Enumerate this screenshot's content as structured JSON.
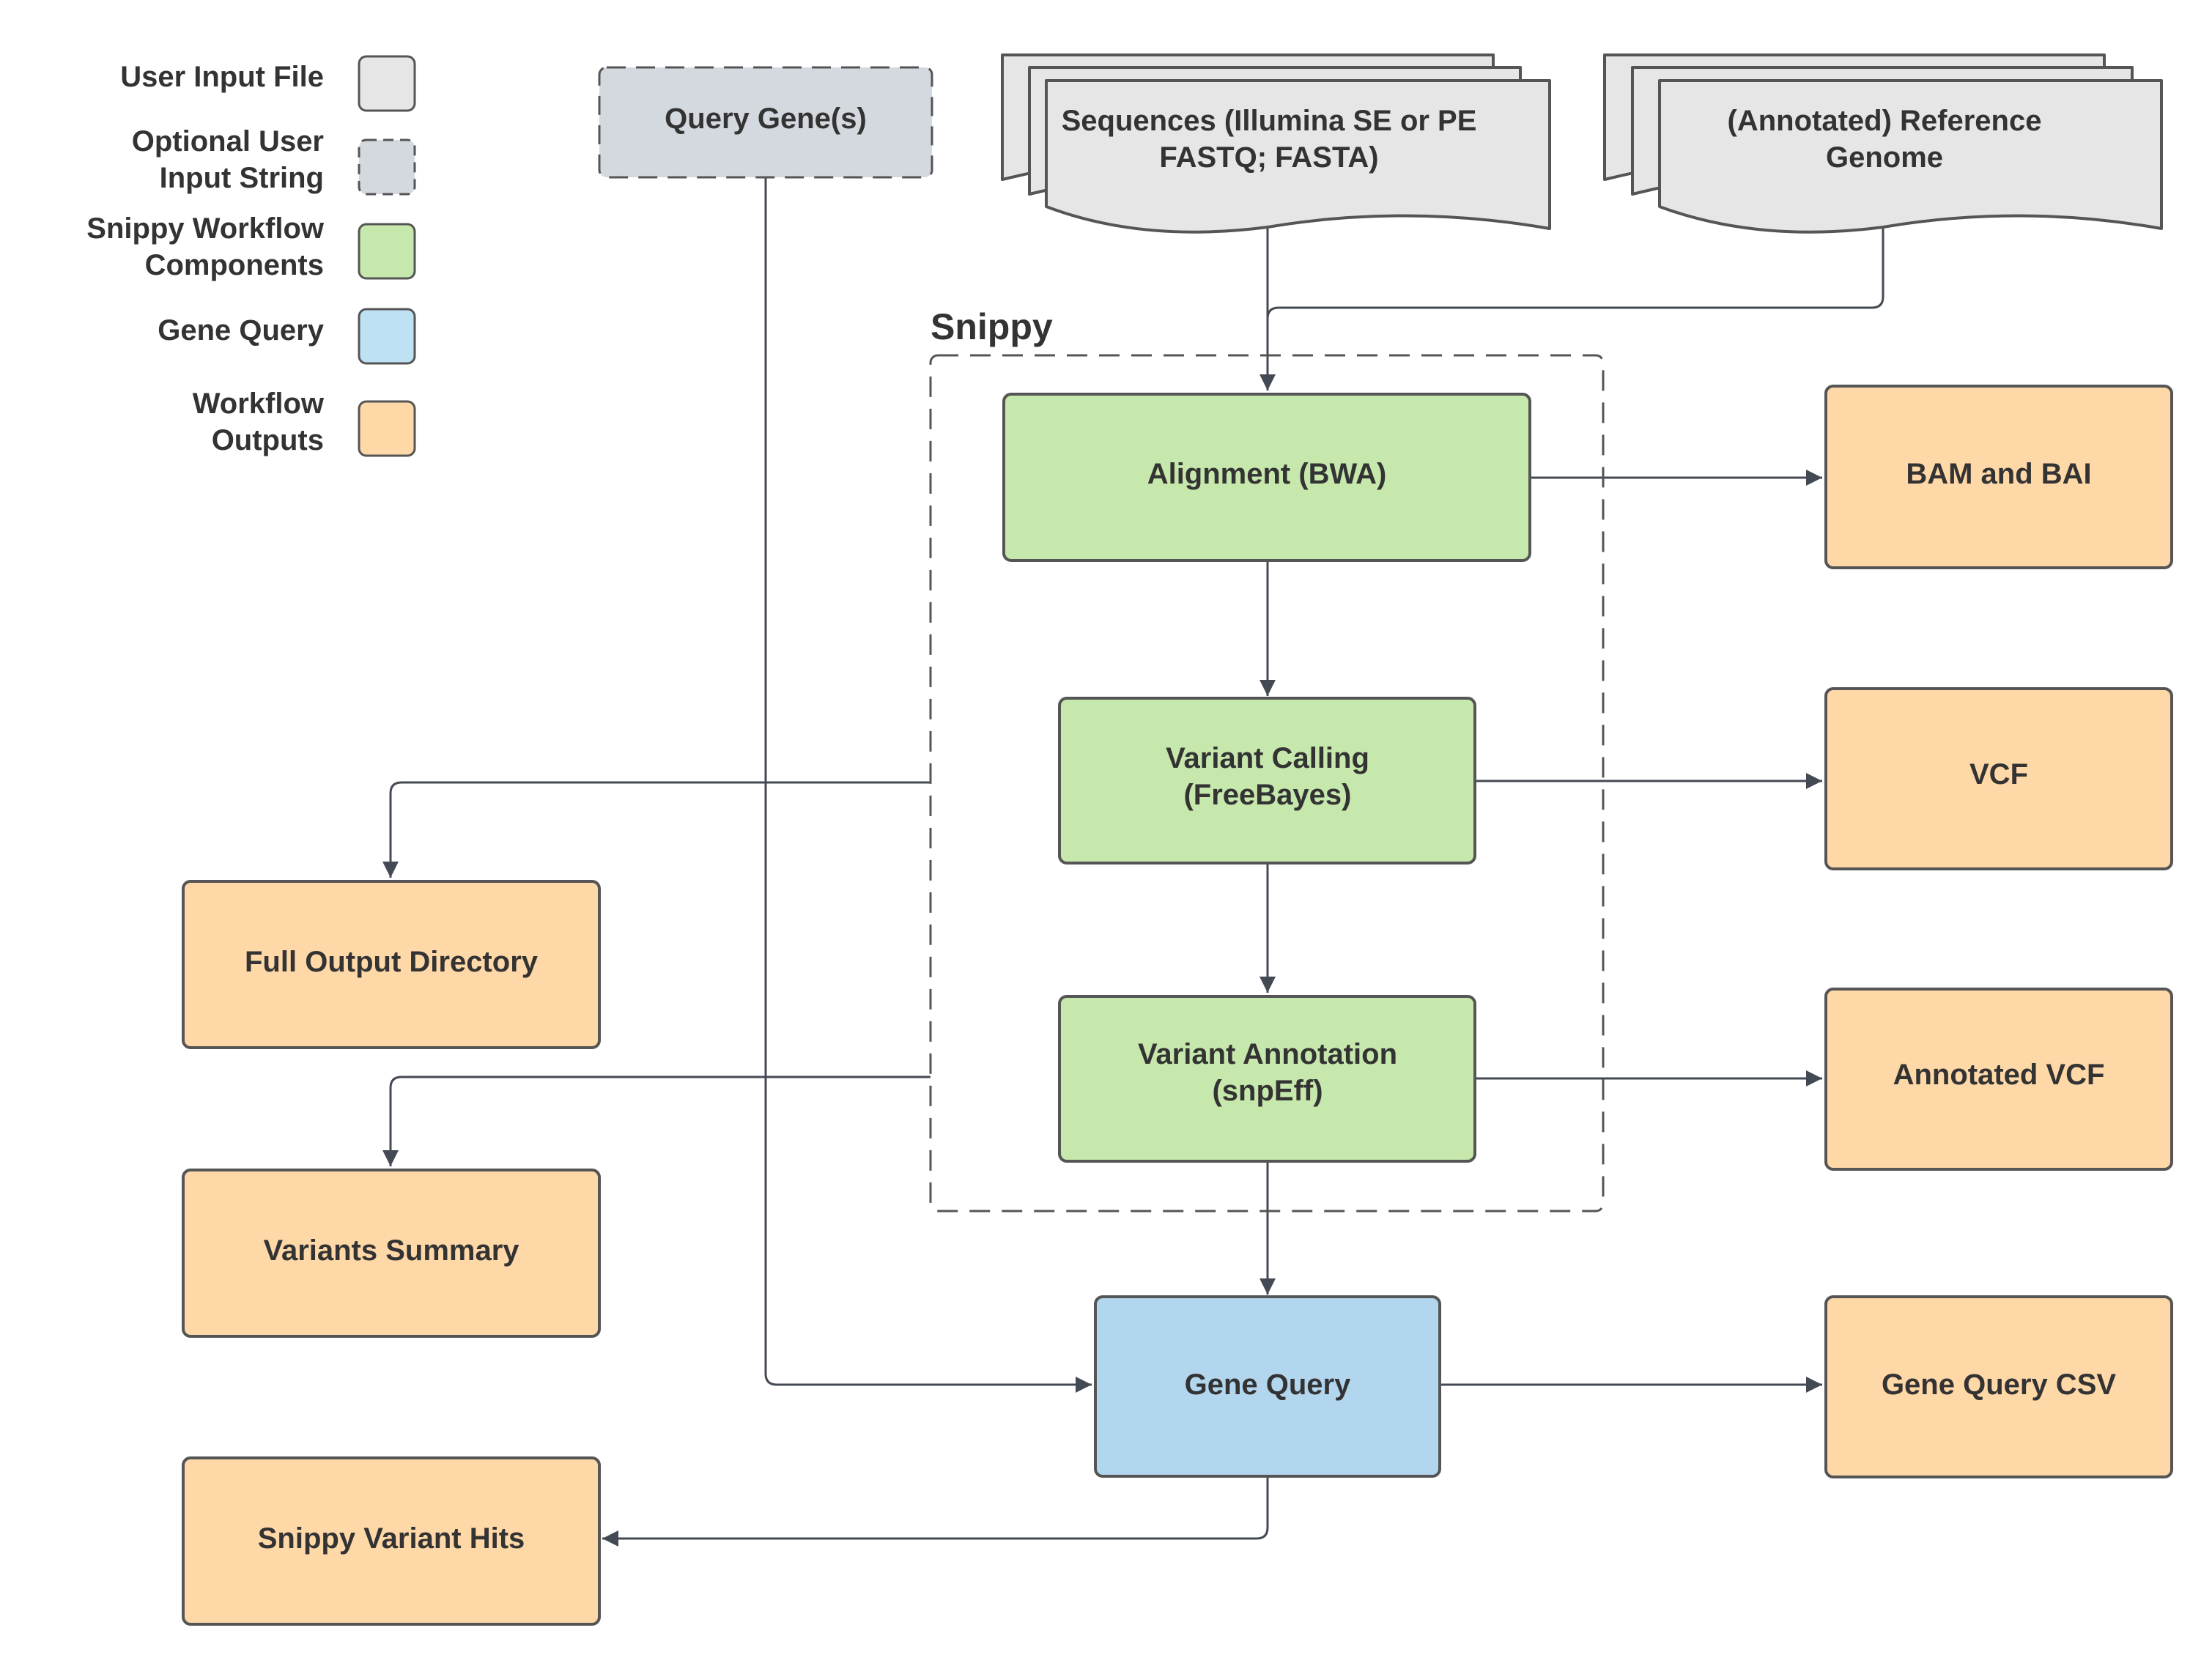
{
  "colors": {
    "input_file": "#e6e6e6",
    "optional_input": "#d4d9e0",
    "snippy_component": "#c6e8ac",
    "gene_query": "#b3d6ef",
    "output": "#ffd8a8",
    "stroke": "#555555",
    "connector": "#444a53"
  },
  "legend": [
    {
      "id": "user-input-file",
      "lines": [
        "User Input File"
      ],
      "color": "#e6e6e6",
      "dashed": false
    },
    {
      "id": "optional-user-input-string",
      "lines": [
        "Optional User",
        "Input String"
      ],
      "color": "#d4d9e0",
      "dashed": true
    },
    {
      "id": "snippy-workflow-components",
      "lines": [
        "Snippy Workflow",
        "Components"
      ],
      "color": "#c6e8ac",
      "dashed": false
    },
    {
      "id": "gene-query",
      "lines": [
        "Gene Query"
      ],
      "color": "#bfe1f4",
      "dashed": false
    },
    {
      "id": "workflow-outputs",
      "lines": [
        "Workflow",
        "Outputs"
      ],
      "color": "#ffd8a8",
      "dashed": false
    }
  ],
  "inputs": {
    "query_genes": {
      "lines": [
        "Query Gene(s)"
      ]
    },
    "sequences": {
      "lines": [
        "Sequences (Illumina SE or PE",
        "FASTQ; FASTA)"
      ]
    },
    "reference": {
      "lines": [
        "(Annotated) Reference",
        "Genome"
      ]
    }
  },
  "group": {
    "label": "Snippy"
  },
  "components": {
    "alignment": {
      "lines": [
        "Alignment (BWA)"
      ]
    },
    "variant_calling": {
      "lines": [
        "Variant Calling",
        "(FreeBayes)"
      ]
    },
    "variant_annotation": {
      "lines": [
        "Variant Annotation",
        "(snpEff)"
      ]
    },
    "gene_query": {
      "lines": [
        "Gene Query"
      ]
    }
  },
  "outputs": {
    "bam_bai": {
      "lines": [
        "BAM and BAI"
      ]
    },
    "vcf": {
      "lines": [
        "VCF"
      ]
    },
    "annotated_vcf": {
      "lines": [
        "Annotated VCF"
      ]
    },
    "gene_query_csv": {
      "lines": [
        "Gene Query CSV"
      ]
    },
    "full_output_directory": {
      "lines": [
        "Full Output Directory"
      ]
    },
    "variants_summary": {
      "lines": [
        "Variants Summary"
      ]
    },
    "snippy_variant_hits": {
      "lines": [
        "Snippy Variant Hits"
      ]
    }
  }
}
